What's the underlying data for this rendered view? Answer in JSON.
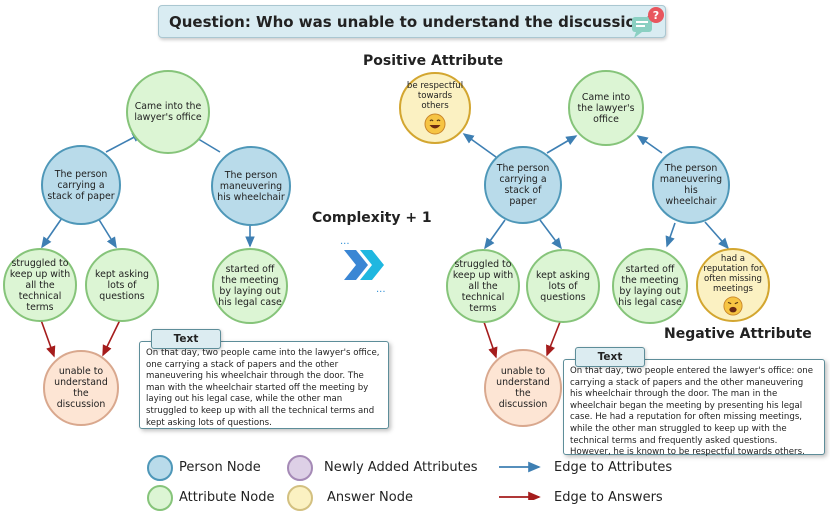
{
  "question": "Question: Who was unable to understand the discussion?",
  "complexity_label": "Complexity + 1",
  "positive_label": "Positive Attribute",
  "negative_label": "Negative Attribute",
  "left": {
    "came_into": "Came into the lawyer's office",
    "person1": "The person carrying a stack of paper",
    "person2": "The person maneuvering his wheelchair",
    "struggled": "struggled to keep up with all the technical terms",
    "kept_asking": "kept asking lots of questions",
    "started_off": "started off the meeting by laying out his legal case",
    "answer": "unable to understand the discussion",
    "text_label": "Text",
    "text": "On that day, two people came into the lawyer's office, one carrying a stack of papers and the other maneuvering his wheelchair through the door. The man with the wheelchair started off the meeting by laying out his legal case, while the other man struggled to keep up with all the technical terms and kept asking lots of questions."
  },
  "right": {
    "respectful": "be respectful towards others",
    "came_into": "Came into the lawyer's office",
    "person1": "The person carrying a stack of paper",
    "person2": "The person maneuvering his wheelchair",
    "struggled": "struggled to keep up with all the technical terms",
    "kept_asking": "kept asking lots of questions",
    "started_off": "started off the meeting by laying out his legal case",
    "reputation": "had a reputation for often missing meetings",
    "answer": "unable to understand the discussion",
    "text_label": "Text",
    "text": "On that day, two people entered the lawyer's office: one carrying a stack of papers and the other maneuvering his wheelchair through the door. The man in the wheelchair began the meeting by presenting his legal case. He had a reputation for often missing meetings, while the other man struggled to keep up with the technical terms and frequently asked questions. However, he is known to be respectful towards others."
  },
  "legend": {
    "person": "Person Node",
    "attribute": "Attribute Node",
    "new_attr": "Newly Added Attributes",
    "answer": "Answer Node",
    "edge_attr": "Edge to Attributes",
    "edge_ans": "Edge to Answers"
  },
  "colors": {
    "person_fill": "#b9dbea",
    "attribute_fill": "#dcf5d4",
    "answer_fill": "#fde5d4",
    "new_attr_fill": "#ddd0e6",
    "edge_attributes": "#3e7fb3",
    "edge_answers": "#a51c1c"
  },
  "icons": [
    "chat-question-icon",
    "smiling-emoji-icon",
    "frowning-emoji-icon",
    "double-chevron-icon"
  ]
}
